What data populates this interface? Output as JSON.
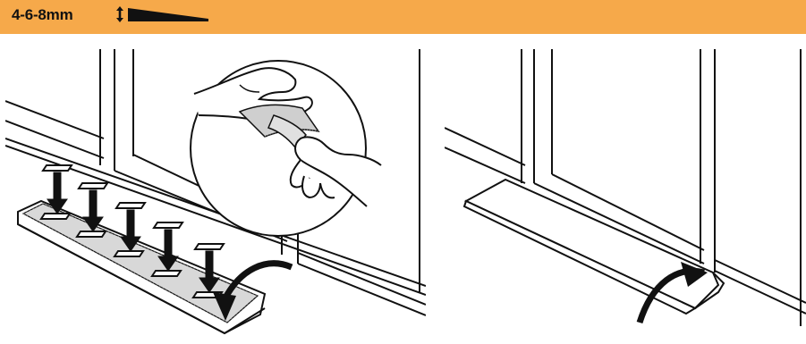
{
  "header": {
    "thickness_label": "4-6-8mm",
    "banner_color": "#f6a94a",
    "icons": [
      "up-down-arrow-icon",
      "wedge-profile-icon"
    ]
  },
  "panels": [
    {
      "name": "left",
      "depicts": [
        "window-frame",
        "threshold-strip",
        "press-down-arrows",
        "peel-backing-detail",
        "curved-arrow"
      ]
    },
    {
      "name": "right",
      "depicts": [
        "window-frame",
        "installed-wedge-strip",
        "curved-arrow"
      ]
    }
  ]
}
